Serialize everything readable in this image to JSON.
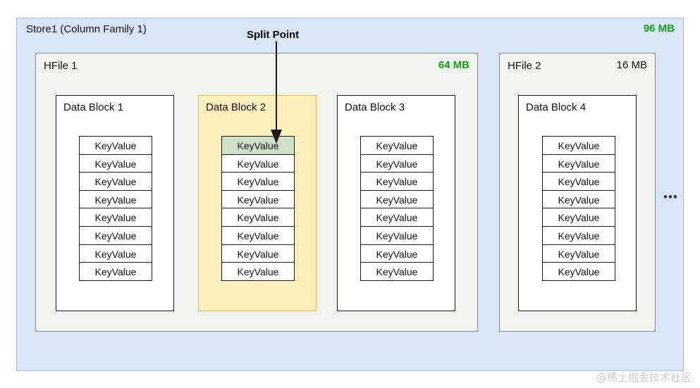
{
  "diagram": {
    "title": "HBase HFile split diagram",
    "colors": {
      "store_bg": "#d9e5f9",
      "store_border": "#a9bcd8",
      "hfile_bg": "#f3f3f0",
      "hfile_border": "#8c8c8c",
      "block_bg": "#ffffff",
      "block_border": "#1a1a1a",
      "highlight_block_bg": "#fdeebd",
      "highlight_block_border": "#e8b84b",
      "split_cell_bg": "#cfe0c9",
      "size_green": "#12a312",
      "size_black": "#111111",
      "watermark": "#cfcfcf"
    },
    "annotation": {
      "split_label": "Split Point",
      "arrow_icon": "down-arrow-icon"
    },
    "store": {
      "label": "Store1 (Column Family 1)",
      "size": "96 MB",
      "size_color": "#12a312",
      "ellipsis": "•••"
    },
    "hfiles": [
      {
        "id": "hfile-1",
        "label": "HFile 1",
        "size": "64 MB",
        "size_style": "green",
        "blocks": [
          {
            "id": "data-block-1",
            "label": "Data Block 1",
            "highlighted": false,
            "cells": [
              {
                "label": "KeyValue",
                "split": false
              },
              {
                "label": "KeyValue",
                "split": false
              },
              {
                "label": "KeyValue",
                "split": false
              },
              {
                "label": "KeyValue",
                "split": false
              },
              {
                "label": "KeyValue",
                "split": false
              },
              {
                "label": "KeyValue",
                "split": false
              },
              {
                "label": "KeyValue",
                "split": false
              },
              {
                "label": "KeyValue",
                "split": false
              }
            ]
          },
          {
            "id": "data-block-2",
            "label": "Data Block 2",
            "highlighted": true,
            "cells": [
              {
                "label": "KeyValue",
                "split": true
              },
              {
                "label": "KeyValue",
                "split": false
              },
              {
                "label": "KeyValue",
                "split": false
              },
              {
                "label": "KeyValue",
                "split": false
              },
              {
                "label": "KeyValue",
                "split": false
              },
              {
                "label": "KeyValue",
                "split": false
              },
              {
                "label": "KeyValue",
                "split": false
              },
              {
                "label": "KeyValue",
                "split": false
              }
            ]
          },
          {
            "id": "data-block-3",
            "label": "Data Block 3",
            "highlighted": false,
            "cells": [
              {
                "label": "KeyValue",
                "split": false
              },
              {
                "label": "KeyValue",
                "split": false
              },
              {
                "label": "KeyValue",
                "split": false
              },
              {
                "label": "KeyValue",
                "split": false
              },
              {
                "label": "KeyValue",
                "split": false
              },
              {
                "label": "KeyValue",
                "split": false
              },
              {
                "label": "KeyValue",
                "split": false
              },
              {
                "label": "KeyValue",
                "split": false
              }
            ]
          }
        ]
      },
      {
        "id": "hfile-2",
        "label": "HFile 2",
        "size": "16 MB",
        "size_style": "black",
        "blocks": [
          {
            "id": "data-block-4",
            "label": "Data Block 4",
            "highlighted": false,
            "cells": [
              {
                "label": "KeyValue",
                "split": false
              },
              {
                "label": "KeyValue",
                "split": false
              },
              {
                "label": "KeyValue",
                "split": false
              },
              {
                "label": "KeyValue",
                "split": false
              },
              {
                "label": "KeyValue",
                "split": false
              },
              {
                "label": "KeyValue",
                "split": false
              },
              {
                "label": "KeyValue",
                "split": false
              },
              {
                "label": "KeyValue",
                "split": false
              }
            ]
          }
        ]
      }
    ],
    "watermark": "@稀土掘金技术社区"
  }
}
